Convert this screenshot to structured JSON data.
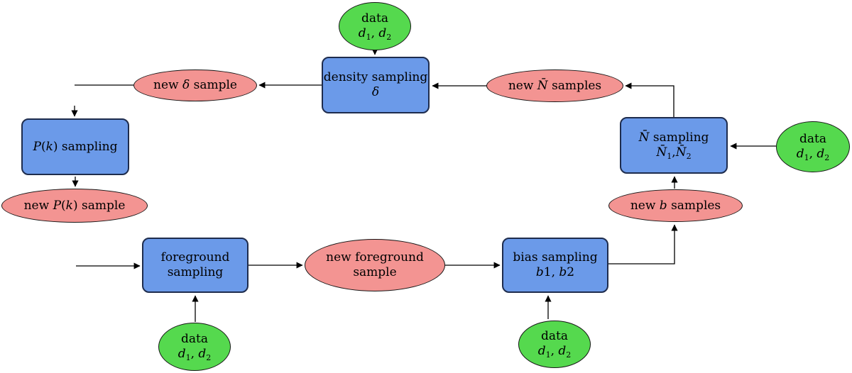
{
  "colors": {
    "box_fill": "#6b9ae9",
    "box_border": "#1e2c4d",
    "pink_fill": "#f39492",
    "green_fill": "#55d94e",
    "ellipse_border": "#161616",
    "arrow": "#000000"
  },
  "nodes": {
    "data_top": {
      "l1": [
        "data"
      ],
      "l2": [
        "d",
        "1",
        ", ",
        "d",
        "2"
      ]
    },
    "data_right": {
      "l1": [
        "data"
      ],
      "l2": [
        "d",
        "1",
        ", ",
        "d",
        "2"
      ]
    },
    "data_bottom_left": {
      "l1": [
        "data"
      ],
      "l2": [
        "d",
        "1",
        ", ",
        "d",
        "2"
      ]
    },
    "data_bottom_right": {
      "l1": [
        "data"
      ],
      "l2": [
        "d",
        "1",
        ", ",
        "d",
        "2"
      ]
    },
    "density_box": {
      "l1": [
        "density sampling"
      ],
      "l2": [
        "δ"
      ]
    },
    "pk_box": {
      "l1": [
        "P",
        "(",
        "k",
        ")",
        " sampling"
      ]
    },
    "nbar_box": {
      "l1": [
        "N̄",
        " sampling"
      ],
      "l2": [
        "N̄",
        "1",
        ",",
        "N̄",
        "2"
      ]
    },
    "fg_box": {
      "l1": [
        "foreground"
      ],
      "l2": [
        "sampling"
      ]
    },
    "bias_box": {
      "l1": [
        "bias sampling"
      ],
      "l2": [
        "b",
        "1, ",
        "b",
        "2"
      ]
    },
    "new_delta": {
      "l1": [
        "new ",
        "δ",
        " sample"
      ]
    },
    "new_nbar": {
      "l1": [
        "new ",
        "N̄",
        " samples"
      ]
    },
    "new_pk": {
      "l1": [
        "new ",
        "P",
        "(",
        "k",
        ")",
        " sample"
      ]
    },
    "new_fg": {
      "l1": [
        "new foreground"
      ],
      "l2": [
        "sample"
      ]
    },
    "new_b": {
      "l1": [
        "new ",
        "b",
        " samples"
      ]
    }
  }
}
